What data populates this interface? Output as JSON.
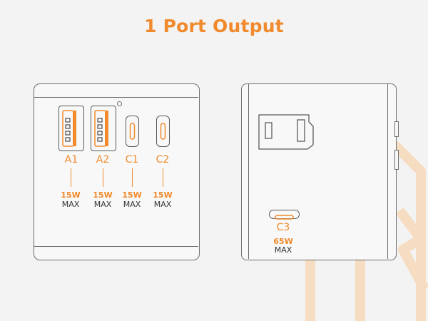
{
  "title": "1 Port Output",
  "colors": {
    "accent": "#f08a2c",
    "outline": "#6e6e6e",
    "watermark": "#f6dcc0"
  },
  "front_ports": [
    {
      "id": "A1",
      "label": "A1",
      "type": "USB-A",
      "watt": "15W",
      "max": "MAX"
    },
    {
      "id": "A2",
      "label": "A2",
      "type": "USB-A",
      "watt": "15W",
      "max": "MAX"
    },
    {
      "id": "C1",
      "label": "C1",
      "type": "USB-C",
      "watt": "15W",
      "max": "MAX"
    },
    {
      "id": "C2",
      "label": "C2",
      "type": "USB-C",
      "watt": "15W",
      "max": "MAX"
    }
  ],
  "side_port": {
    "id": "C3",
    "label": "C3",
    "type": "USB-C",
    "watt": "65W",
    "max": "MAX"
  }
}
